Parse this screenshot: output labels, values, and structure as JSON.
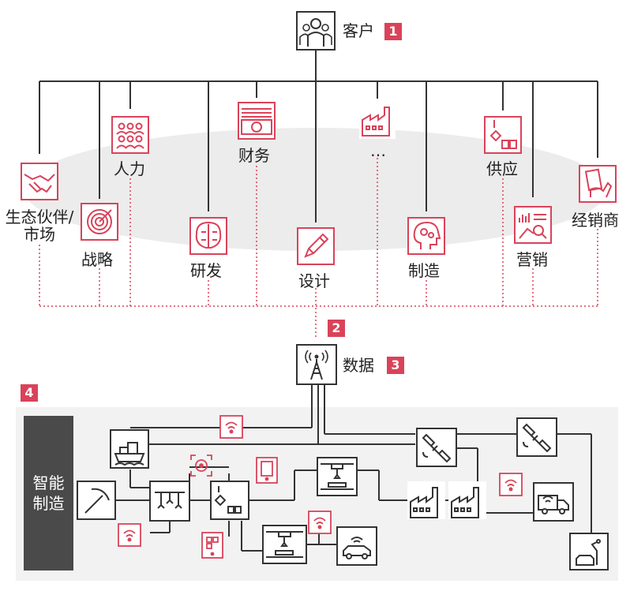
{
  "customer": {
    "label": "客户",
    "badge": "1"
  },
  "functions": [
    {
      "label": "生态伙伴/\n市场",
      "icon": "handshake-icon"
    },
    {
      "label": "战略",
      "icon": "target-icon"
    },
    {
      "label": "人力",
      "icon": "people-icon"
    },
    {
      "label": "研发",
      "icon": "brain-circuit-icon"
    },
    {
      "label": "财务",
      "icon": "money-icon"
    },
    {
      "label": "设计",
      "icon": "pencil-icon"
    },
    {
      "label": "…",
      "icon": "factory-icon"
    },
    {
      "label": "制造",
      "icon": "head-gears-icon"
    },
    {
      "label": "供应",
      "icon": "supply-boxes-icon"
    },
    {
      "label": "营销",
      "icon": "chart-magnifier-icon"
    },
    {
      "label": "经销商",
      "icon": "card-hand-icon"
    }
  ],
  "connector_badge": "2",
  "data_node": {
    "label": "数据",
    "badge": "3",
    "icon": "antenna-icon"
  },
  "smart_manufacturing": {
    "badge": "4",
    "label_line1": "智能",
    "label_line2": "制造"
  },
  "colors": {
    "accent": "#d9435a",
    "line": "#444444",
    "panel": "#f2f2f2",
    "sidebar": "#4a4a4a"
  }
}
